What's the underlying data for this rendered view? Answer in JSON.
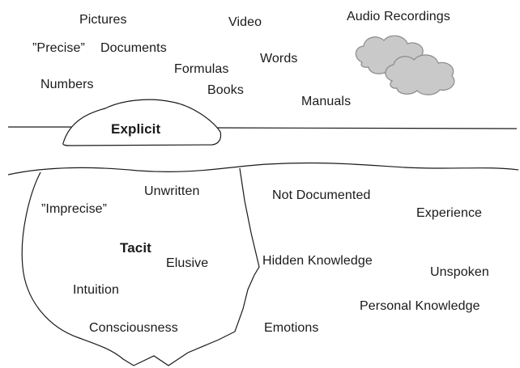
{
  "colors": {
    "ink": "#1a1a1a",
    "cloud_fill": "#c9c9c9",
    "cloud_stroke": "#8a8a8a"
  },
  "icons": [
    "cloud-icon"
  ],
  "explicit": {
    "heading": "Explicit",
    "terms": [
      "Pictures",
      "Video",
      "Audio Recordings",
      "”Precise”",
      "Documents",
      "Formulas",
      "Words",
      "Numbers",
      "Books",
      "Manuals"
    ]
  },
  "tacit": {
    "heading": "Tacit",
    "terms": [
      "Unwritten",
      "”Imprecise”",
      "Elusive",
      "Intuition",
      "Consciousness",
      "Not Documented",
      "Experience",
      "Hidden Knowledge",
      "Unspoken",
      "Personal Knowledge",
      "Emotions"
    ]
  }
}
